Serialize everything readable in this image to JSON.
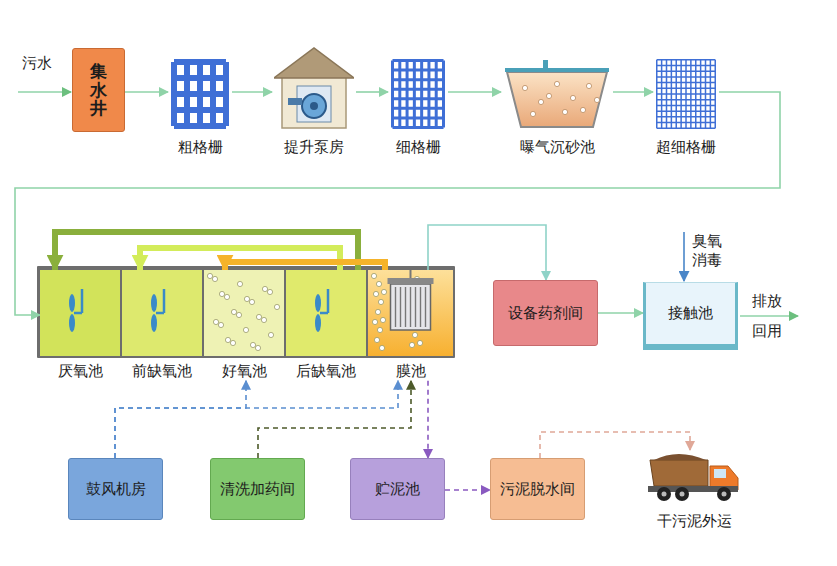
{
  "diagram": {
    "nodes": [
      {
        "text": [
          "集水井"
        ]
      },
      {
        "text": [
          "粗格栅"
        ]
      },
      {
        "text": [
          "提升泵房"
        ]
      },
      {
        "text": [
          "细格栅"
        ]
      },
      {
        "text": [
          "曝气沉砂池"
        ]
      },
      {
        "text": [
          "超细格栅"
        ]
      },
      {
        "text": [
          "厌氧池"
        ]
      },
      {
        "text": [
          "前缺氧池"
        ]
      },
      {
        "text": [
          "好氧池"
        ]
      },
      {
        "text": [
          "后缺氧池"
        ]
      },
      {
        "text": [
          "膜池"
        ]
      },
      {
        "text": [
          "设备药剂间"
        ]
      },
      {
        "text": [
          "接触池"
        ]
      },
      {
        "text": [
          "鼓风机房"
        ]
      },
      {
        "text": [
          "清洗加药间"
        ]
      },
      {
        "text": [
          "贮泥池"
        ]
      },
      {
        "text": [
          "污泥脱水间"
        ]
      },
      {
        "text": [
          "干污泥外运"
        ]
      }
    ],
    "edges": [
      {
        "from": 0,
        "to": 1,
        "arrow": "to"
      },
      {
        "from": 1,
        "to": 2,
        "arrow": "to"
      },
      {
        "from": 2,
        "to": 3,
        "arrow": "to"
      },
      {
        "from": 3,
        "to": 4,
        "arrow": "to"
      },
      {
        "from": 4,
        "to": 5,
        "arrow": "to"
      },
      {
        "from": 5,
        "to": 6,
        "arrow": "to"
      },
      {
        "from": 9,
        "to": 6,
        "arrow": "to"
      },
      {
        "from": 9,
        "to": 7,
        "arrow": "to"
      },
      {
        "from": 10,
        "to": 8,
        "arrow": "to"
      },
      {
        "from": 10,
        "to": 11,
        "arrow": "to"
      },
      {
        "from": 11,
        "to": 12,
        "arrow": "to"
      },
      {
        "from": 13,
        "to": 8,
        "arrow": "to"
      },
      {
        "from": 13,
        "to": 10,
        "arrow": "to"
      },
      {
        "from": 14,
        "to": 10,
        "arrow": "to"
      },
      {
        "from": 10,
        "to": 15,
        "arrow": "to"
      },
      {
        "from": 15,
        "to": 16,
        "arrow": "to"
      },
      {
        "from": 16,
        "to": 17,
        "arrow": "to"
      }
    ],
    "labels": [
      "污水",
      "臭氧 消毒",
      "排放",
      "回用"
    ]
  }
}
